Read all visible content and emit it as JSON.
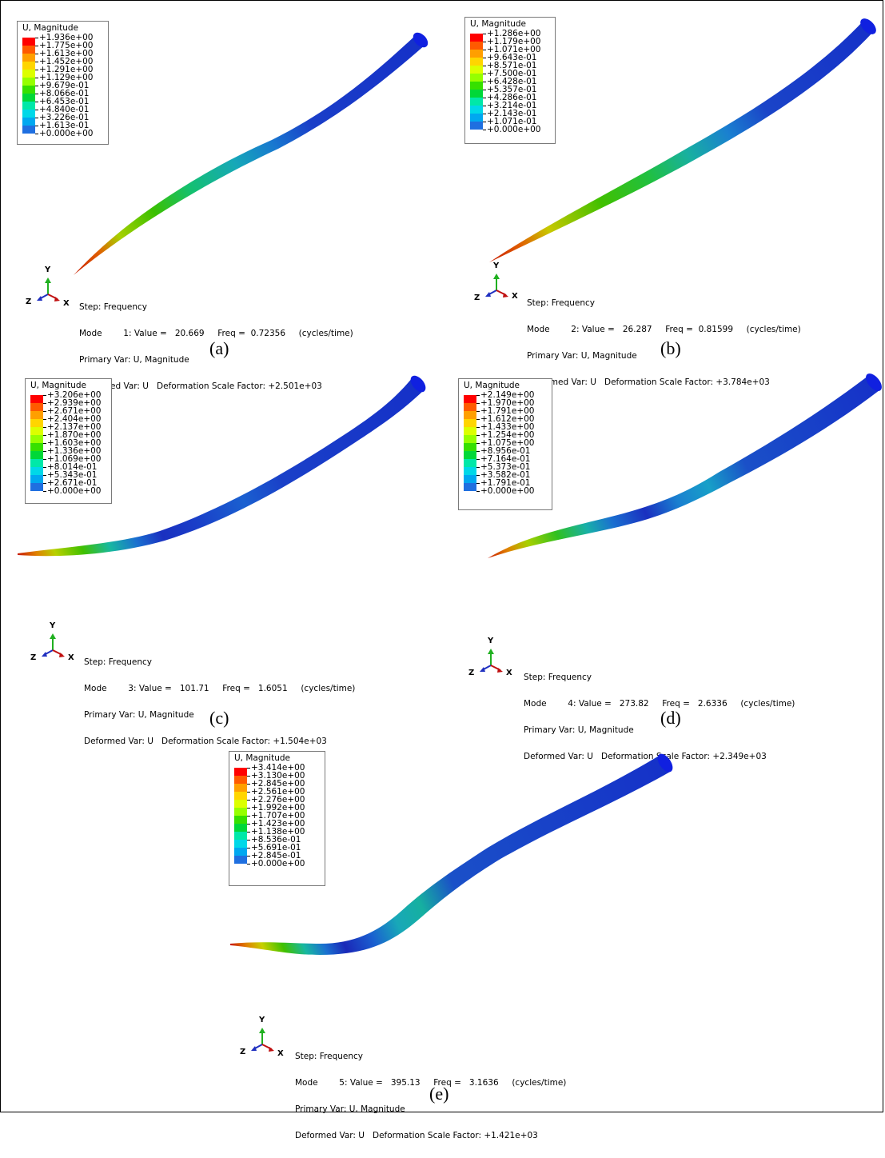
{
  "legend_colors": [
    "#ff0000",
    "#ff5a00",
    "#ff9f00",
    "#ffd500",
    "#dcff00",
    "#96ff00",
    "#36e000",
    "#00d838",
    "#00e8a8",
    "#00d8e8",
    "#00a8f0",
    "#1f6fe0",
    "#1e3cd8"
  ],
  "panels": [
    {
      "caption": "(a)",
      "legend": {
        "title": "U, Magnitude",
        "values": [
          "+1.936e+00",
          "+1.775e+00",
          "+1.613e+00",
          "+1.452e+00",
          "+1.291e+00",
          "+1.129e+00",
          "+9.679e-01",
          "+8.066e-01",
          "+6.453e-01",
          "+4.840e-01",
          "+3.226e-01",
          "+1.613e-01",
          "+0.000e+00"
        ]
      },
      "info": {
        "step": "Step: Frequency",
        "mode": "Mode        1: Value =   20.669     Freq =  0.72356     (cycles/time)",
        "primary": "Primary Var: U, Magnitude",
        "deformed": "Deformed Var: U   Deformation Scale Factor: +2.501e+03"
      },
      "triad": {
        "y": "Y",
        "z": "Z",
        "x": "X"
      }
    },
    {
      "caption": "(b)",
      "legend": {
        "title": "U, Magnitude",
        "values": [
          "+1.286e+00",
          "+1.179e+00",
          "+1.071e+00",
          "+9.643e-01",
          "+8.571e-01",
          "+7.500e-01",
          "+6.428e-01",
          "+5.357e-01",
          "+4.286e-01",
          "+3.214e-01",
          "+2.143e-01",
          "+1.071e-01",
          "+0.000e+00"
        ]
      },
      "info": {
        "step": "Step: Frequency",
        "mode": "Mode        2: Value =   26.287     Freq =  0.81599     (cycles/time)",
        "primary": "Primary Var: U, Magnitude",
        "deformed": "Deformed Var: U   Deformation Scale Factor: +3.784e+03"
      },
      "triad": {
        "y": "Y",
        "z": "Z",
        "x": "X"
      }
    },
    {
      "caption": "(c)",
      "legend": {
        "title": "U, Magnitude",
        "values": [
          "+3.206e+00",
          "+2.939e+00",
          "+2.671e+00",
          "+2.404e+00",
          "+2.137e+00",
          "+1.870e+00",
          "+1.603e+00",
          "+1.336e+00",
          "+1.069e+00",
          "+8.014e-01",
          "+5.343e-01",
          "+2.671e-01",
          "+0.000e+00"
        ]
      },
      "info": {
        "step": "Step: Frequency",
        "mode": "Mode        3: Value =   101.71     Freq =   1.6051     (cycles/time)",
        "primary": "Primary Var: U, Magnitude",
        "deformed": "Deformed Var: U   Deformation Scale Factor: +1.504e+03"
      },
      "triad": {
        "y": "Y",
        "z": "Z",
        "x": "X"
      }
    },
    {
      "caption": "(d)",
      "legend": {
        "title": "U, Magnitude",
        "values": [
          "+2.149e+00",
          "+1.970e+00",
          "+1.791e+00",
          "+1.612e+00",
          "+1.433e+00",
          "+1.254e+00",
          "+1.075e+00",
          "+8.956e-01",
          "+7.164e-01",
          "+5.373e-01",
          "+3.582e-01",
          "+1.791e-01",
          "+0.000e+00"
        ]
      },
      "info": {
        "step": "Step: Frequency",
        "mode": "Mode        4: Value =   273.82     Freq =   2.6336     (cycles/time)",
        "primary": "Primary Var: U, Magnitude",
        "deformed": "Deformed Var: U   Deformation Scale Factor: +2.349e+03"
      },
      "triad": {
        "y": "Y",
        "z": "Z",
        "x": "X"
      }
    },
    {
      "caption": "(e)",
      "legend": {
        "title": "U, Magnitude",
        "values": [
          "+3.414e+00",
          "+3.130e+00",
          "+2.845e+00",
          "+2.561e+00",
          "+2.276e+00",
          "+1.992e+00",
          "+1.707e+00",
          "+1.423e+00",
          "+1.138e+00",
          "+8.536e-01",
          "+5.691e-01",
          "+2.845e-01",
          "+0.000e+00"
        ]
      },
      "info": {
        "step": "Step: Frequency",
        "mode": "Mode        5: Value =   395.13     Freq =   3.1636     (cycles/time)",
        "primary": "Primary Var: U, Magnitude",
        "deformed": "Deformed Var: U   Deformation Scale Factor: +1.421e+03"
      },
      "triad": {
        "y": "Y",
        "z": "Z",
        "x": "X"
      }
    }
  ]
}
